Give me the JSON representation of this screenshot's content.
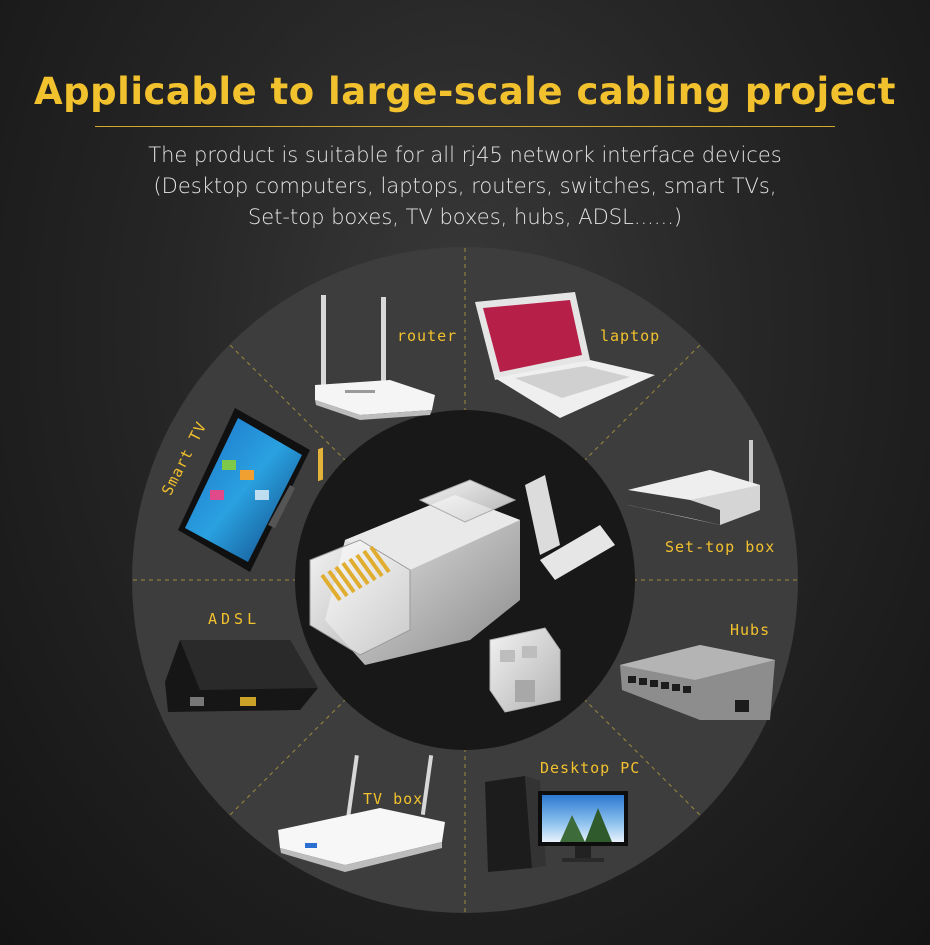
{
  "header": {
    "title": "Applicable to large-scale cabling project",
    "lines": [
      "The product is suitable for all rj45 network interface devices",
      "(Desktop computers, laptops, routers, switches, smart TVs,",
      "Set-top boxes, TV boxes, hubs, ADSL......)"
    ]
  },
  "devices": {
    "router": "router",
    "laptop": "laptop",
    "smart_tv": "Smart TV",
    "set_top_box": "Set-top box",
    "adsl": "ADSL",
    "hubs": "Hubs",
    "tv_box": "TV box",
    "desktop_pc": "Desktop PC"
  },
  "colors": {
    "accent": "#f2c12e",
    "wheel": "#3d3d3d",
    "center": "#181818"
  }
}
